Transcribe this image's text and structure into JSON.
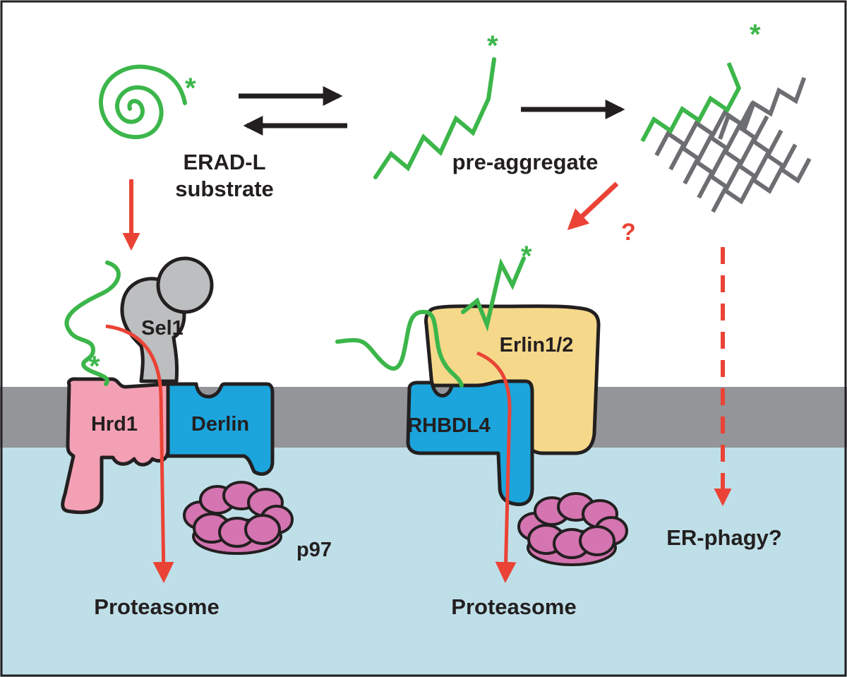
{
  "labels": {
    "erad_substrate_line1": "ERAD-L",
    "erad_substrate_line2": "substrate",
    "pre_aggregate": "pre-aggregate",
    "question_mark": "?",
    "sel1": "Sel1",
    "hrd1": "Hrd1",
    "derlin": "Derlin",
    "p97": "p97",
    "proteasome_left": "Proteasome",
    "erlin": "Erlin1/2",
    "rhbdl4": "RHBDL4",
    "proteasome_right": "Proteasome",
    "er_phagy": "ER-phagy?",
    "star": "*"
  },
  "colors": {
    "lumen": "#ffffff",
    "membrane": "#939598",
    "cytosol": "#bfdfe8",
    "substrate": "#3cb64a",
    "aggregate": "#6d6e71",
    "arrow_black": "#231f20",
    "arrow_red": "#ea4336",
    "sel1": "#bcbec0",
    "hrd1": "#f4a0b4",
    "derlin": "#1ca4dc",
    "rhbdl4": "#1ca4dc",
    "erlin": "#f6d88a",
    "p97": "#d474b0"
  }
}
